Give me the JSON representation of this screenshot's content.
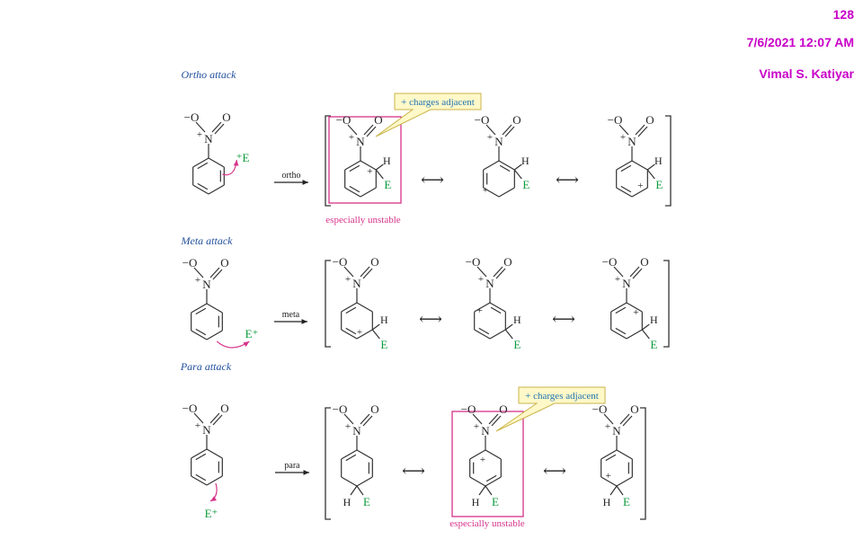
{
  "header": {
    "number": "128",
    "datetime": "7/6/2021 12:07 AM",
    "author": "Vimal S. Katiyar"
  },
  "sections": {
    "ortho": {
      "title": "Ortho attack",
      "arrow_label": "ortho",
      "callout": "+ charges adjacent",
      "note": "especially unstable"
    },
    "meta": {
      "title": "Meta attack",
      "arrow_label": "meta"
    },
    "para": {
      "title": "Para attack",
      "arrow_label": "para",
      "callout": "+ charges adjacent",
      "note": "especially unstable"
    }
  },
  "atoms": {
    "o_minus": "−O",
    "o": "O",
    "n": "N",
    "plus": "+",
    "h": "H",
    "e": "E",
    "e_plus_pre": "⁺E",
    "e_plus_post": "E⁺"
  },
  "resonance_arrow": "⟷",
  "colors": {
    "title": "#1f4e9c",
    "electrophile": "#0a9a3a",
    "highlight": "#d6338a",
    "callout_fill": "#fff8c8",
    "callout_border": "#c9b44a",
    "callout_text": "#1f74b4",
    "header": "#c800c8"
  }
}
